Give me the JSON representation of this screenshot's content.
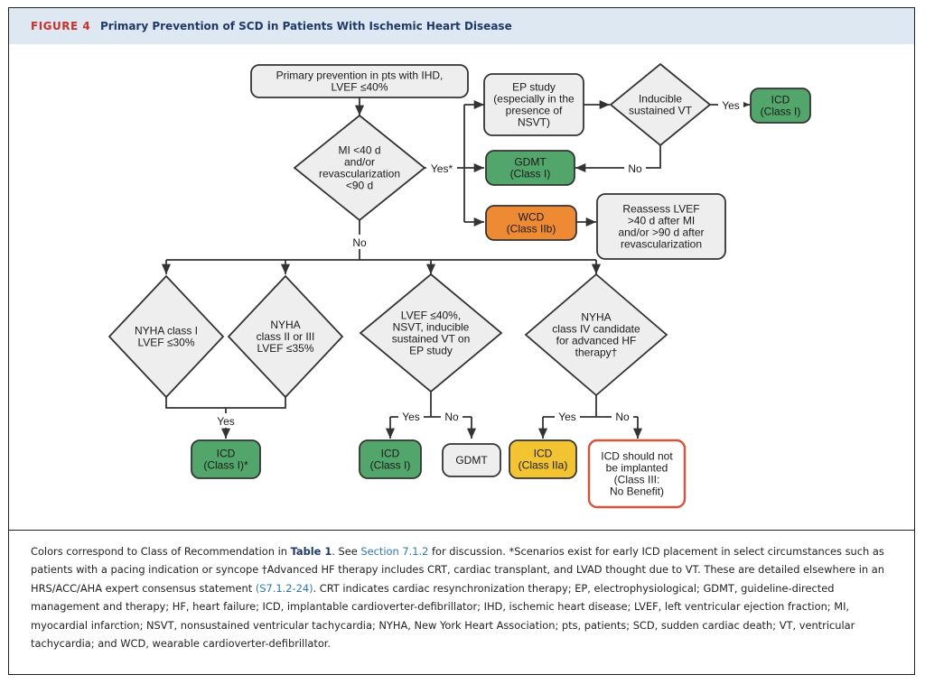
{
  "figure": {
    "label": "FIGURE 4",
    "title": "Primary Prevention of SCD in Patients With Ischemic Heart Disease"
  },
  "nodes": {
    "start": [
      "Primary prevention in pts with IHD,",
      "LVEF ≤40%"
    ],
    "mi_decision": [
      "MI <40 d",
      "and/or",
      "revascularization",
      "<90 d"
    ],
    "ep_study": [
      "EP study",
      "(especially in the",
      "presence of",
      "NSVT)"
    ],
    "inducible_vt": [
      "Inducible",
      "sustained VT"
    ],
    "icd_top": [
      "ICD",
      "(Class I)"
    ],
    "gdmt_top": [
      "GDMT",
      "(Class I)"
    ],
    "wcd": [
      "WCD",
      "(Class IIb)"
    ],
    "reassess": [
      "Reassess LVEF",
      ">40 d after MI",
      "and/or >90 d after",
      "revascularization"
    ],
    "nyha1": [
      "NYHA class I",
      "LVEF ≤30%"
    ],
    "nyha23": [
      "NYHA",
      "class II or III",
      "LVEF ≤35%"
    ],
    "lvef40": [
      "LVEF ≤40%,",
      "NSVT, inducible",
      "sustained VT on",
      "EP study"
    ],
    "nyha4": [
      "NYHA",
      "class IV candidate",
      "for advanced HF",
      "therapy†"
    ],
    "icd_left": [
      "ICD",
      "(Class I)*"
    ],
    "icd_mid": [
      "ICD",
      "(Class I)"
    ],
    "gdmt_mid": [
      "GDMT"
    ],
    "icd_iia": [
      "ICD",
      "(Class IIa)"
    ],
    "no_icd": [
      "ICD should not",
      "be implanted",
      "(Class III:",
      "No Benefit)"
    ]
  },
  "edge_labels": {
    "yes_star": "Yes*",
    "no": "No",
    "yes": "Yes"
  },
  "colors": {
    "class_i_green": "#52a66b",
    "class_iia_yellow": "#f3c431",
    "class_iib_orange": "#ee8a33",
    "class_iii_red_border": "#d8533b",
    "neutral_fill": "#eeeeee",
    "header_bg": "#dde8f2",
    "figure_label_red": "#c8322c",
    "title_navy": "#1f3a66",
    "link_blue": "#2b77b5"
  },
  "caption": {
    "p1": "Colors correspond to Class of Recommendation in ",
    "table_link": "Table 1",
    "p2": ". See ",
    "section_link": "Section 7.1.2",
    "p3": " for discussion. *Scenarios exist for early ICD placement in select circumstances such as patients with a pacing indication or syncope †Advanced HF therapy includes CRT, cardiac transplant, and LVAD thought due to VT. These are detailed elsewhere in an HRS/ACC/AHA expert consensus statement ",
    "ref_link": "(S7.1.2-24)",
    "p4": ". CRT indicates cardiac resynchronization therapy; EP, electrophysiological; GDMT, guideline-directed management and therapy; HF, heart failure; ICD, implantable cardioverter-defibrillator; IHD, ischemic heart disease; LVEF, left ventricular ejection fraction; MI, myocardial infarction; NSVT, nonsustained ventricular tachycardia; NYHA, New York Heart Association; pts, patients; SCD, sudden cardiac death; VT, ventricular tachycardia; and WCD, wearable cardioverter-defibrillator."
  }
}
